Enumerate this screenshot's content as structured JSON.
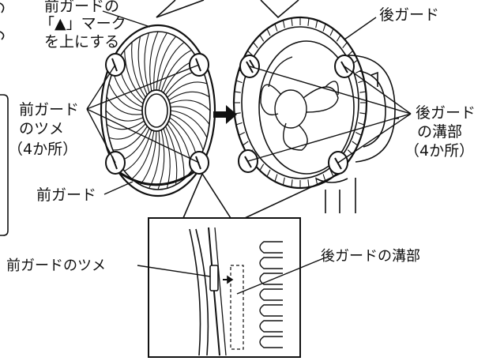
{
  "labels": {
    "front_guard_mark_line1": "前ガードの",
    "front_guard_mark_line2": "「▲」マーク",
    "front_guard_mark_line3": "を上にする",
    "rear_guard": "後ガード",
    "front_tabs_line1": "前ガード",
    "front_tabs_line2": "のツメ",
    "front_tabs_line3": "（4か所）",
    "rear_grooves_line1": "後ガード",
    "rear_grooves_line2": "の溝部",
    "rear_grooves_line3": "（4か所）",
    "front_guard": "前ガード",
    "detail_front_tab": "前ガードのツメ",
    "detail_rear_groove": "後ガードの溝部"
  },
  "colors": {
    "ink": "#111111",
    "paper": "#ffffff"
  },
  "icons": {
    "direction_arrow": "right-arrow-icon"
  }
}
